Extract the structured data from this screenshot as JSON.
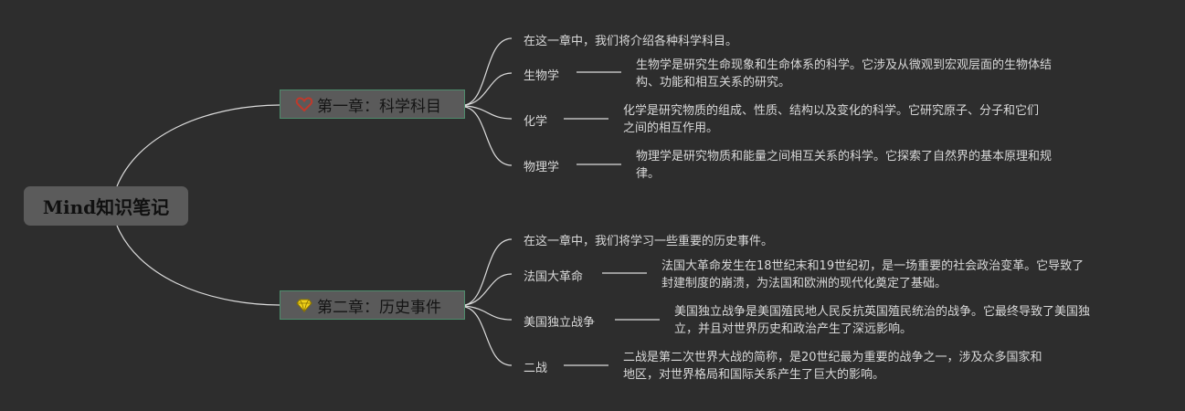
{
  "root": {
    "title": "Mind知识笔记"
  },
  "chapters": [
    {
      "label": "第一章：科学科目",
      "icon": "heart-icon",
      "icon_color": "#c0392b",
      "intro": "在这一章中，我们将介绍各种科学科目。",
      "topics": [
        {
          "name": "生物学",
          "note_lines": [
            "生物学是研究生命现象和生命体系的科学。它涉及从微观到宏观层面的生物体结",
            "构、功能和相互关系的研究。"
          ]
        },
        {
          "name": "化学",
          "note_lines": [
            "化学是研究物质的组成、性质、结构以及变化的科学。它研究原子、分子和它们",
            "之间的相互作用。"
          ]
        },
        {
          "name": "物理学",
          "note_lines": [
            "物理学是研究物质和能量之间相互关系的科学。它探索了自然界的基本原理和规",
            "律。"
          ]
        }
      ]
    },
    {
      "label": "第二章：历史事件",
      "icon": "diamond-icon",
      "icon_color": "#f1d21a",
      "intro": "在这一章中，我们将学习一些重要的历史事件。",
      "topics": [
        {
          "name": "法国大革命",
          "note_lines": [
            "法国大革命发生在18世纪末和19世纪初，是一场重要的社会政治变革。它导致了",
            "封建制度的崩溃，为法国和欧洲的现代化奠定了基础。"
          ]
        },
        {
          "name": "美国独立战争",
          "note_lines": [
            "美国独立战争是美国殖民地人民反抗英国殖民统治的战争。它最终导致了美国独",
            "立，并且对世界历史和政治产生了深远影响。"
          ]
        },
        {
          "name": "二战",
          "note_lines": [
            "二战是第二次世界大战的简称，是20世纪最为重要的战争之一，涉及众多国家和",
            "地区，对世界格局和国际关系产生了巨大的影响。"
          ]
        }
      ]
    }
  ]
}
